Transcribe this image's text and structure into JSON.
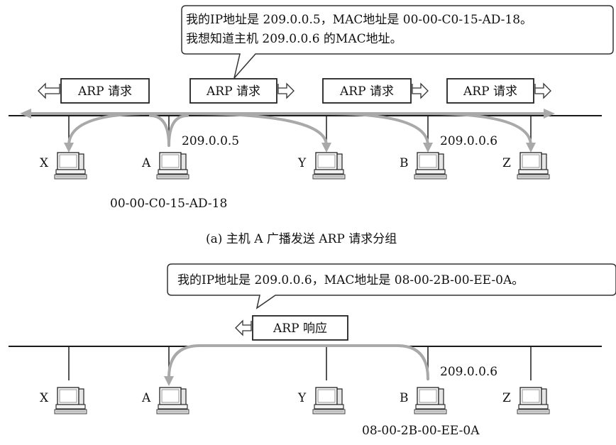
{
  "part_a": {
    "bubble_line1": "我的IP地址是 209.0.0.5，MAC地址是 00-00-C0-15-AD-18。",
    "bubble_line2": "我想知道主机 209.0.0.6 的MAC地址。",
    "packets": [
      "ARP 请求",
      "ARP 请求",
      "ARP 请求",
      "ARP 请求"
    ],
    "hosts": [
      "X",
      "A",
      "Y",
      "B",
      "Z"
    ],
    "ip_a": "209.0.0.5",
    "ip_b": "209.0.0.6",
    "mac_a": "00-00-C0-15-AD-18",
    "caption": "(a) 主机 A 广播发送 ARP 请求分组"
  },
  "part_b": {
    "bubble_line1": "我的IP地址是 209.0.0.6，MAC地址是 08-00-2B-00-EE-0A。",
    "packet": "ARP 响应",
    "hosts": [
      "X",
      "A",
      "Y",
      "B",
      "Z"
    ],
    "ip_b": "209.0.0.6",
    "mac_b": "08-00-2B-00-EE-0A"
  },
  "colors": {
    "line": "#1a1a1a",
    "arrow": "#a9a9a9"
  }
}
